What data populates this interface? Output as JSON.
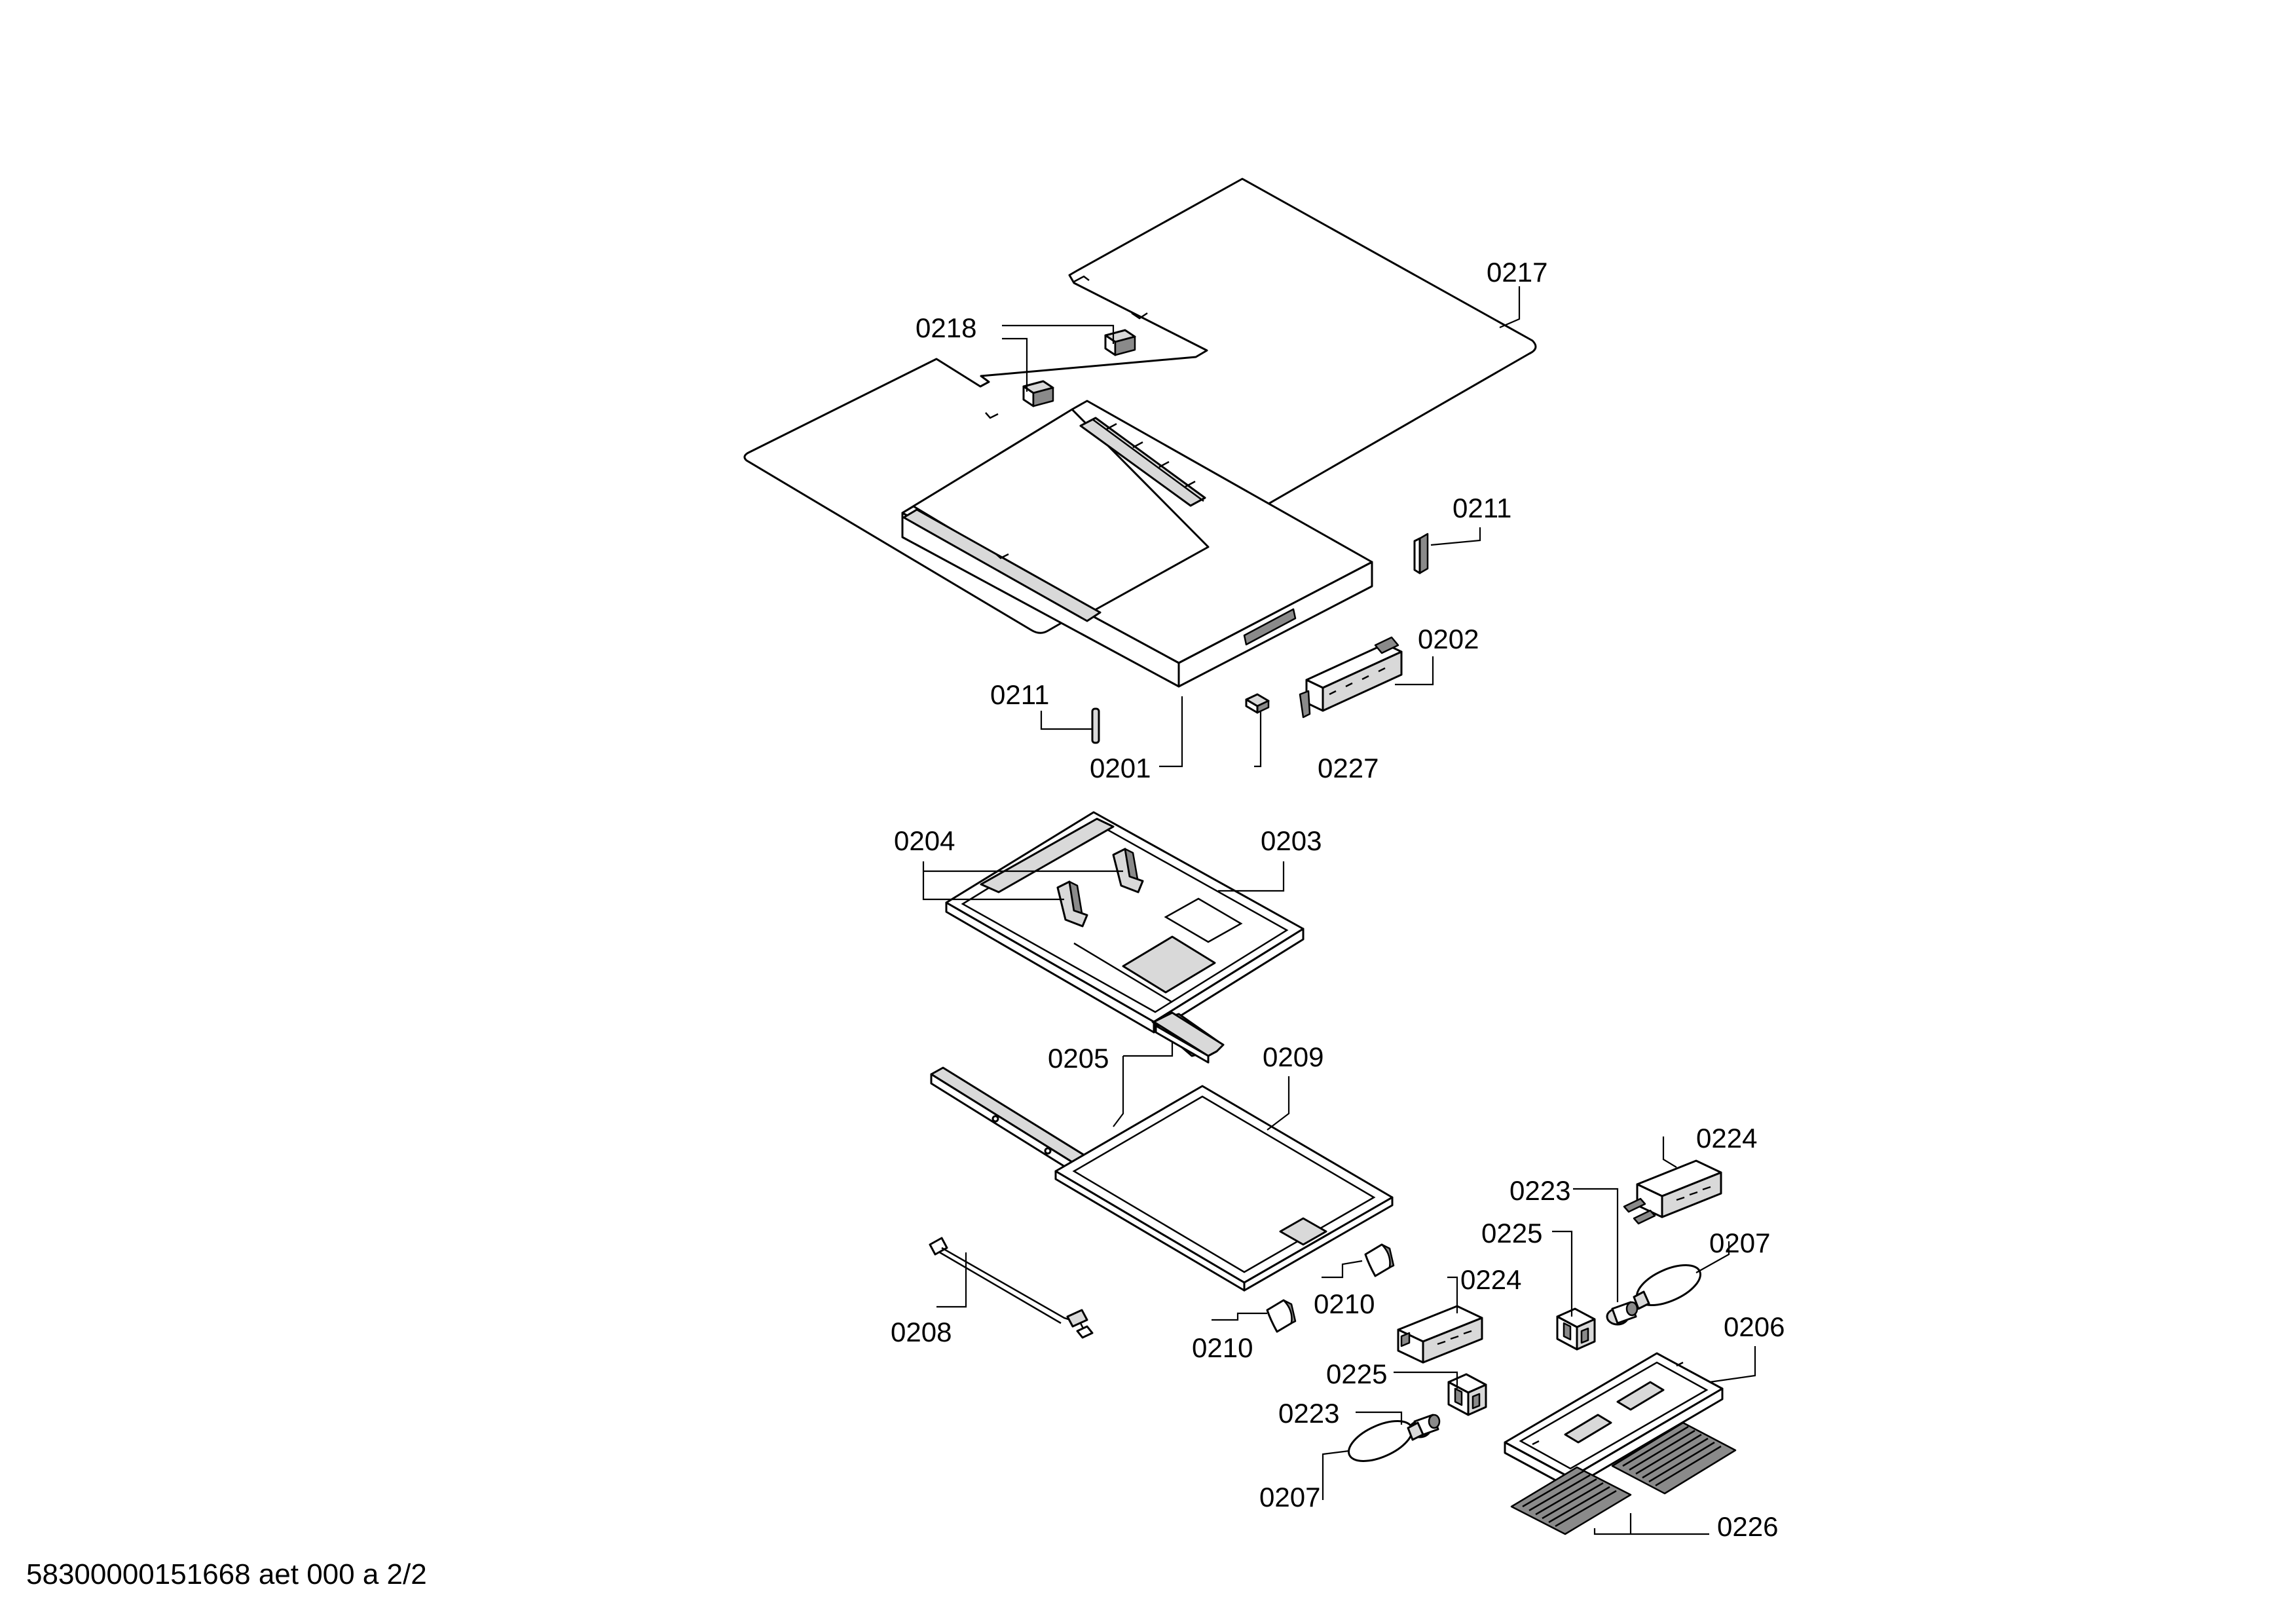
{
  "labels": {
    "p0217": "0217",
    "p0218": "0218",
    "p0211a": "0211",
    "p0202": "0202",
    "p0211b": "0211",
    "p0201": "0201",
    "p0227": "0227",
    "p0204": "0204",
    "p0203": "0203",
    "p0205": "0205",
    "p0209": "0209",
    "p0224a": "0224",
    "p0223a": "0223",
    "p0225a": "0225",
    "p0207a": "0207",
    "p0224b": "0224",
    "p0210a": "0210",
    "p0210b": "0210",
    "p0225b": "0225",
    "p0206": "0206",
    "p0223b": "0223",
    "p0208": "0208",
    "p0207b": "0207",
    "p0226": "0226"
  },
  "footer": "58300000151668 aet 000 a 2/2"
}
